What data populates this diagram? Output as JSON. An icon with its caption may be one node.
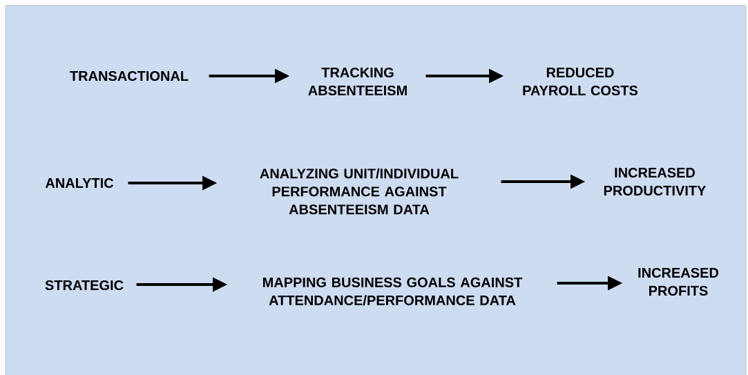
{
  "diagram": {
    "nodes": [
      {
        "text": [
          "TRANSACTIONAL"
        ]
      },
      {
        "text": [
          "TRACKING ABSENTEEISM"
        ]
      },
      {
        "text": [
          "REDUCED PAYROLL COSTS"
        ]
      },
      {
        "text": [
          "ANALYTIC"
        ]
      },
      {
        "text": [
          "ANALYZING UNIT/INDIVIDUAL PERFORMANCE AGAINST ABSENTEEISM DATA"
        ]
      },
      {
        "text": [
          "INCREASED PRODUCTIVITY"
        ]
      },
      {
        "text": [
          "STRATEGIC"
        ]
      },
      {
        "text": [
          "MAPPING BUSINESS GOALS AGAINST ATTENDANCE/PERFORMANCE DATA"
        ]
      },
      {
        "text": [
          "INCREASED PROFITS"
        ]
      }
    ],
    "edges": [
      {
        "from": 0,
        "to": 1,
        "arrow": "to"
      },
      {
        "from": 1,
        "to": 2,
        "arrow": "to"
      },
      {
        "from": 3,
        "to": 4,
        "arrow": "to"
      },
      {
        "from": 4,
        "to": 5,
        "arrow": "to"
      },
      {
        "from": 6,
        "to": 7,
        "arrow": "to"
      },
      {
        "from": 7,
        "to": 8,
        "arrow": "to"
      }
    ]
  }
}
